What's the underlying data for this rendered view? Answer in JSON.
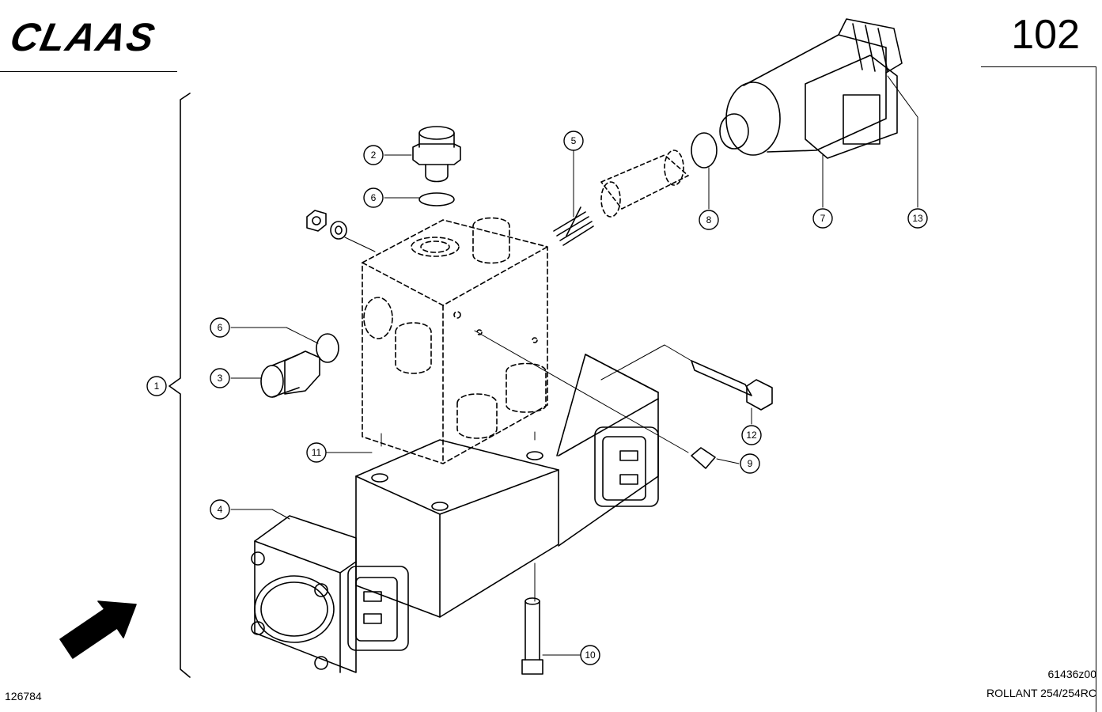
{
  "header": {
    "brand": "CLAAS",
    "page_number": "102"
  },
  "footer": {
    "left_id": "126784",
    "drawing_id": "61436z00",
    "model": "ROLLANT 254/254RC"
  },
  "callouts": [
    "1",
    "2",
    "3",
    "4",
    "5",
    "6",
    "6",
    "7",
    "8",
    "9",
    "10",
    "11",
    "12",
    "13"
  ]
}
